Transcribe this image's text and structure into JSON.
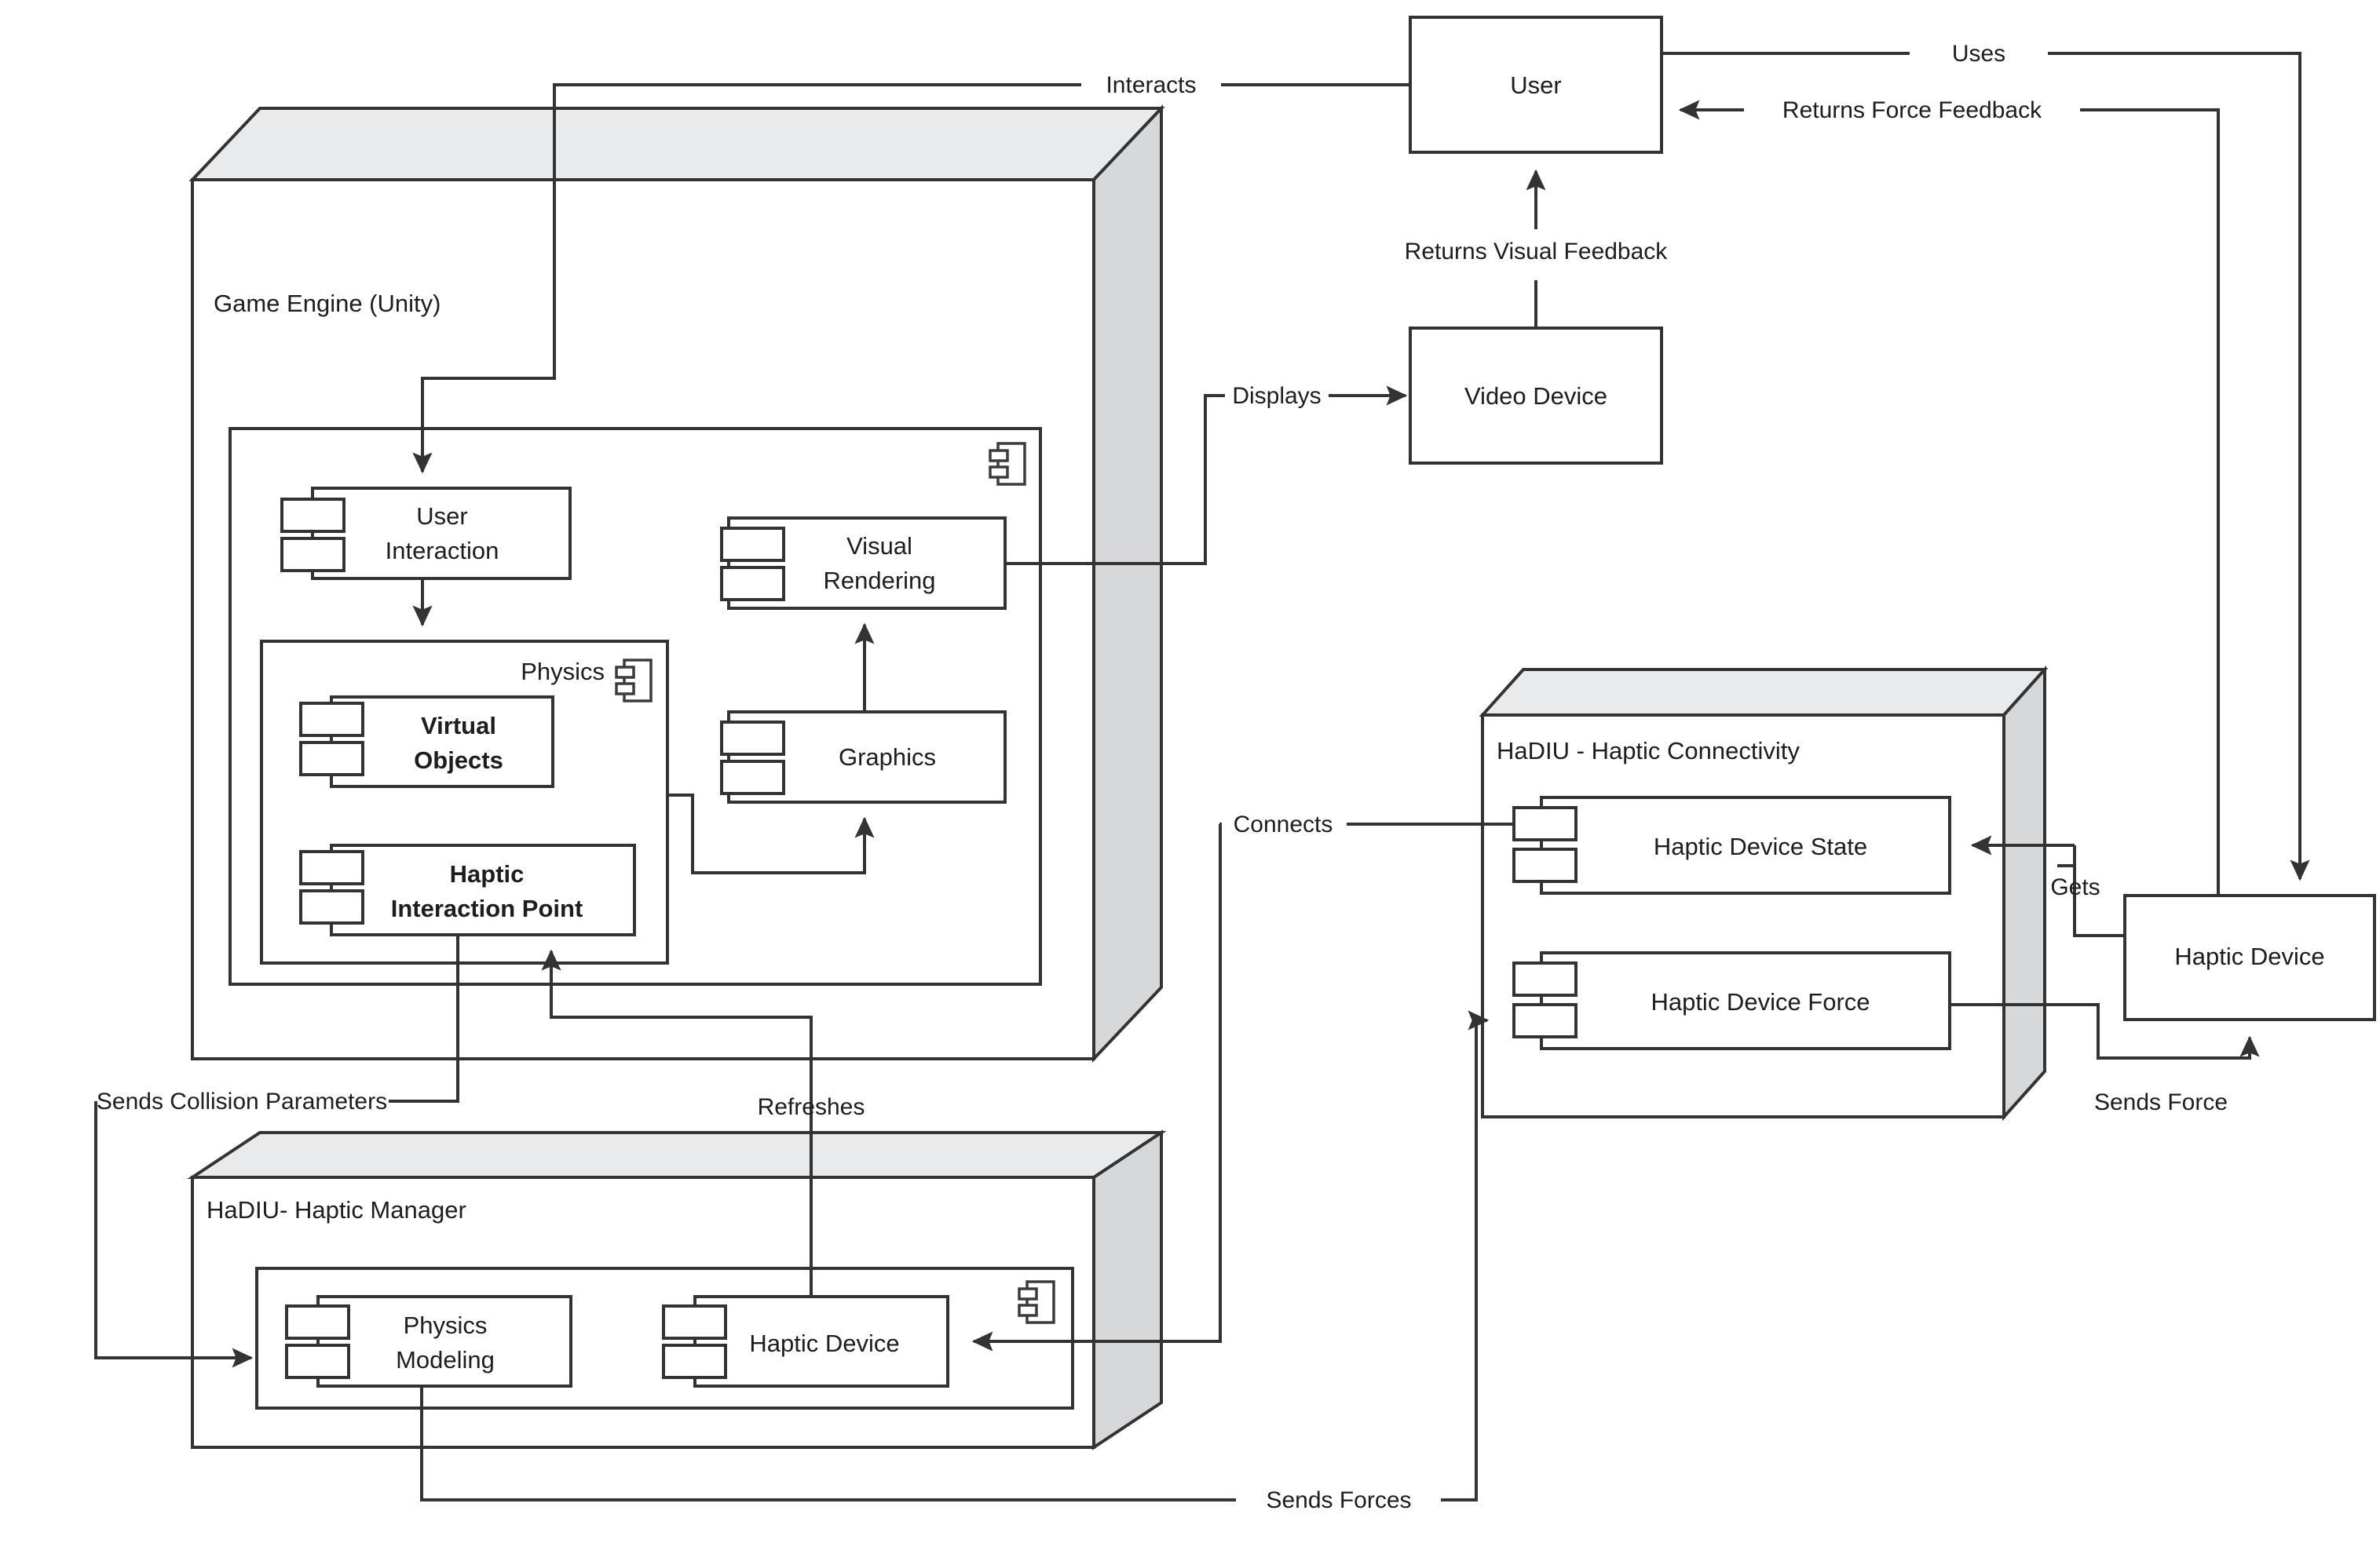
{
  "diagram": {
    "title": "Haptic System Deployment / Component Diagram",
    "type": "uml-component-deployment",
    "colors": {
      "node_top_face": "#e8eaec",
      "node_side_face": "#d6d8da",
      "node_front_face": "#ffffff",
      "stroke": "#333333",
      "text": "#1d1d1d",
      "background": "#ffffff"
    }
  },
  "nodes": {
    "game_engine": {
      "label": "Game Engine (Unity)",
      "inner_container": {
        "label": "",
        "icon": "component-icon"
      },
      "components": [
        {
          "label_line1": "User",
          "label_line2": "Interaction",
          "bold": false
        },
        {
          "label_line1": "Visual",
          "label_line2": "Rendering",
          "bold": false
        },
        {
          "label_line1": "Graphics",
          "label_line2": "",
          "bold": false
        }
      ],
      "physics": {
        "label": "Physics",
        "icon": "component-icon",
        "components": [
          {
            "label_line1": "Virtual",
            "label_line2": "Objects",
            "bold": true
          },
          {
            "label_line1": "Haptic",
            "label_line2": "Interaction Point",
            "bold": true
          }
        ]
      }
    },
    "haptic_manager": {
      "label": "HaDIU- Haptic Manager",
      "inner_container": {
        "label": "",
        "icon": "component-icon"
      },
      "components": [
        {
          "label_line1": "Physics",
          "label_line2": "Modeling",
          "bold": false
        },
        {
          "label_line1": "Haptic Device",
          "label_line2": "",
          "bold": false
        }
      ]
    },
    "haptic_connectivity": {
      "label": "HaDIU - Haptic Connectivity",
      "components": [
        {
          "label_line1": "Haptic Device State",
          "label_line2": "",
          "bold": false
        },
        {
          "label_line1": "Haptic Device Force",
          "label_line2": "",
          "bold": false
        }
      ]
    }
  },
  "boxes": {
    "user": {
      "label": "User"
    },
    "video_device": {
      "label": "Video Device"
    },
    "haptic_device": {
      "label": "Haptic Device"
    }
  },
  "edges": [
    {
      "id": "interacts",
      "label": "Interacts",
      "from": "user",
      "to": "user-interaction",
      "arrow": true
    },
    {
      "id": "uses",
      "label": "Uses",
      "from": "user",
      "to": "haptic-device",
      "arrow": true
    },
    {
      "id": "returns-force",
      "label": "Returns Force Feedback",
      "from": "haptic-device",
      "to": "user",
      "arrow": true
    },
    {
      "id": "returns-visual",
      "label": "Returns Visual Feedback",
      "from": "video-device",
      "to": "user",
      "arrow": true
    },
    {
      "id": "displays",
      "label": "Displays",
      "from": "visual-rendering",
      "to": "video-device",
      "arrow": true
    },
    {
      "id": "connects",
      "label": "Connects",
      "from": "haptic-device-state",
      "to": "hm-haptic-device",
      "arrow": true
    },
    {
      "id": "gets",
      "label": "Gets",
      "from": "haptic-device",
      "to": "haptic-device-state",
      "arrow": true
    },
    {
      "id": "sends-force",
      "label": "Sends Force",
      "from": "haptic-device-force",
      "to": "haptic-device",
      "arrow": true
    },
    {
      "id": "sends-forces",
      "label": "Sends Forces",
      "from": "physics-modeling",
      "to": "haptic-device-force",
      "arrow": true
    },
    {
      "id": "sends-collision",
      "label": "Sends Collision Parameters",
      "from": "haptic-interaction-point",
      "to": "physics-modeling",
      "arrow": true
    },
    {
      "id": "refreshes",
      "label": "Refreshes",
      "from": "hm-haptic-device",
      "to": "haptic-interaction-point",
      "arrow": true
    },
    {
      "id": "ui-to-physics",
      "label": "",
      "from": "user-interaction",
      "to": "physics",
      "arrow": true
    },
    {
      "id": "graphics-to-visual",
      "label": "",
      "from": "graphics",
      "to": "visual-rendering",
      "arrow": true
    },
    {
      "id": "physics-to-graphics",
      "label": "",
      "from": "physics",
      "to": "graphics",
      "arrow": true
    }
  ]
}
